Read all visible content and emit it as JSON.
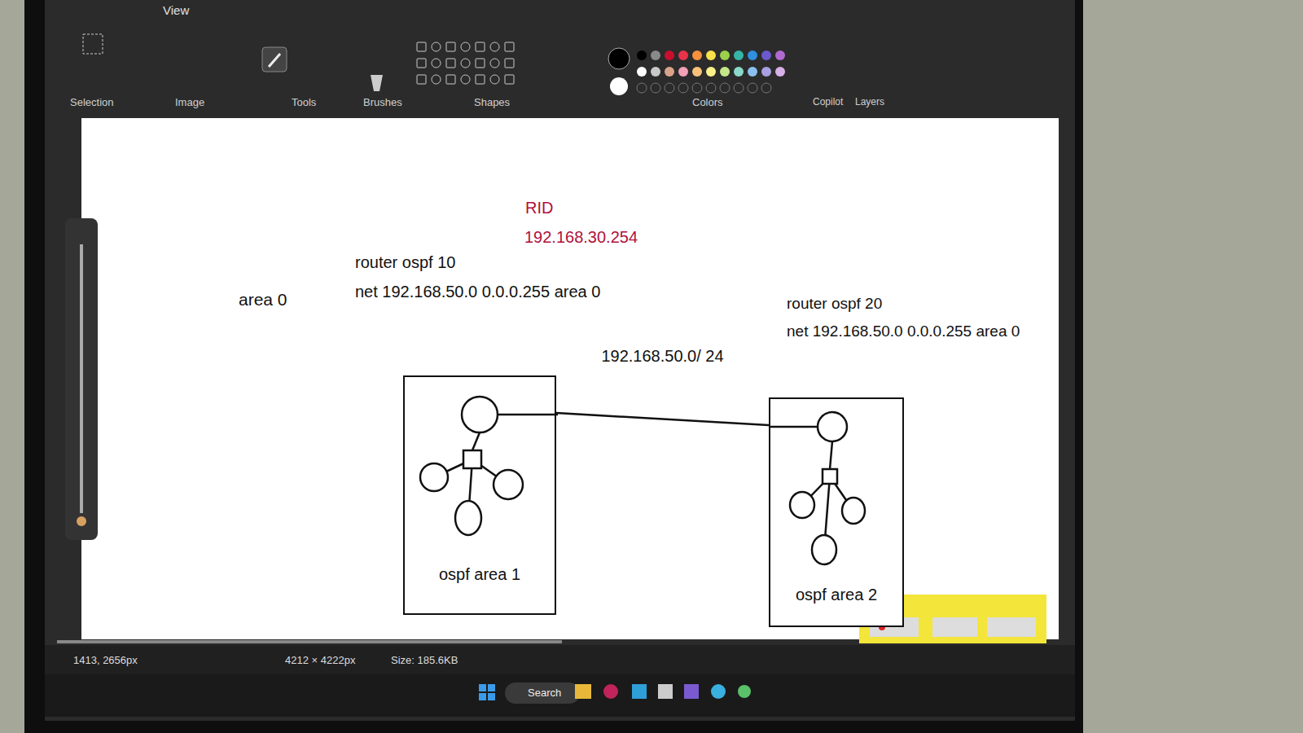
{
  "diagram": {
    "nodes": [
      {
        "text": [
          "ospf  area 1"
        ]
      },
      {
        "text": [
          "ospf area 2"
        ]
      }
    ],
    "edges": [
      {
        "from": 0,
        "to": 1,
        "arrow": "none",
        "label": "192.168.50.0/ 24"
      }
    ],
    "labels": [
      "View",
      "Selection",
      "Image",
      "Tools",
      "Brushes",
      "Shapes",
      "Colors",
      "Copilot",
      "Layers",
      "RID",
      "192.168.30.254",
      "router ospf 10",
      "net 192.168.50.0 0.0.0.255 area 0",
      "area 0",
      "router ospf 20",
      "net 192.168.50.0 0.0.0.255 area 0",
      "1413, 2656px",
      "4212 × 4222px",
      "Size: 185.6KB",
      "Search"
    ]
  }
}
